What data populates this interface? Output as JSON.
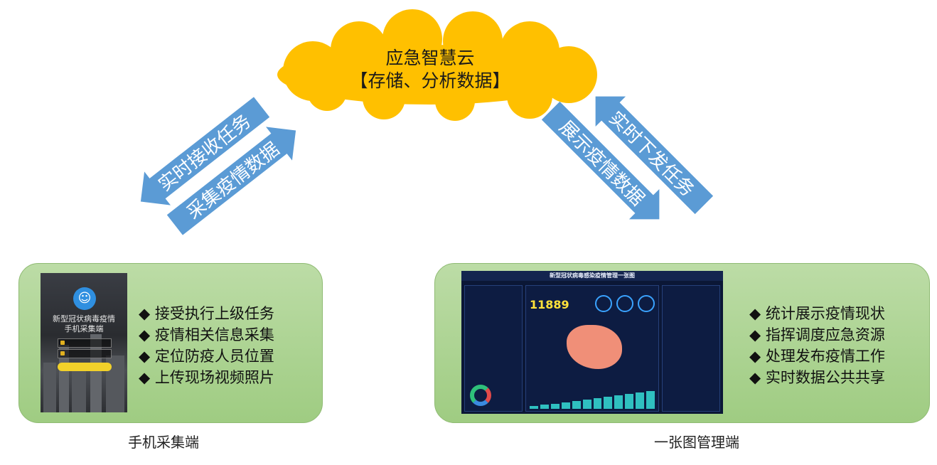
{
  "cloud": {
    "line1": "应急智慧云",
    "line2": "【存储、分析数据】"
  },
  "arrows": {
    "receive_task": "实时接收任务",
    "collect_data": "采集疫情数据",
    "show_data": "展示疫情数据",
    "dispatch_task": "实时下发任务"
  },
  "mobile": {
    "features": [
      "◆ 接受执行上级任务",
      "◆ 疫情相关信息采集",
      "◆ 定位防疫人员位置",
      "◆ 上传现场视频照片"
    ],
    "caption": "手机采集端",
    "screenshot_title_1": "新型冠状病毒疫情",
    "screenshot_title_2": "手机采集端"
  },
  "manager": {
    "features": [
      "◆ 统计展示疫情现状",
      "◆ 指挥调度应急资源",
      "◆ 处理发布疫情工作",
      "◆ 实时数据公共共享"
    ],
    "caption": "一张图管理端",
    "dashboard_title": "新型冠状病毒感染疫情管理一张图",
    "dashboard_number": "11889"
  },
  "colors": {
    "cloud": "#ffc000",
    "arrow": "#5b9bd5",
    "panel": "#a9d18e"
  }
}
